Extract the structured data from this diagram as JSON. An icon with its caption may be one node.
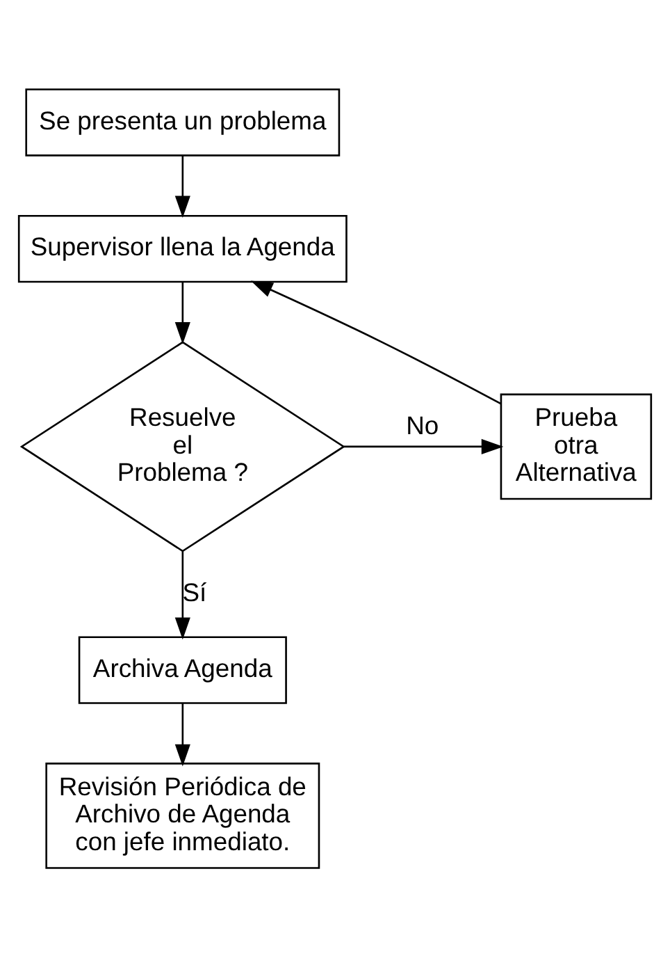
{
  "diagram": {
    "nodes": [
      {
        "text": [
          "Se presenta un problema"
        ]
      },
      {
        "text": [
          "Supervisor llena la Agenda"
        ]
      },
      {
        "text": [
          "Resuelve el Problema ?"
        ]
      },
      {
        "text": [
          "Prueba otra Alternativa"
        ]
      },
      {
        "text": [
          "Archiva Agenda"
        ]
      },
      {
        "text": [
          "Revisión Periódica de Archivo de Agenda con jefe inmediato."
        ]
      }
    ],
    "edges": [
      {
        "from": 0,
        "to": 1,
        "arrow": "to"
      },
      {
        "from": 1,
        "to": 2,
        "arrow": "to"
      },
      {
        "from": 2,
        "to": 3,
        "arrow": "to",
        "label": "No"
      },
      {
        "from": 3,
        "to": 1,
        "arrow": "to"
      },
      {
        "from": 2,
        "to": 4,
        "arrow": "to",
        "label": "Sí"
      },
      {
        "from": 4,
        "to": 5,
        "arrow": "to"
      }
    ]
  }
}
